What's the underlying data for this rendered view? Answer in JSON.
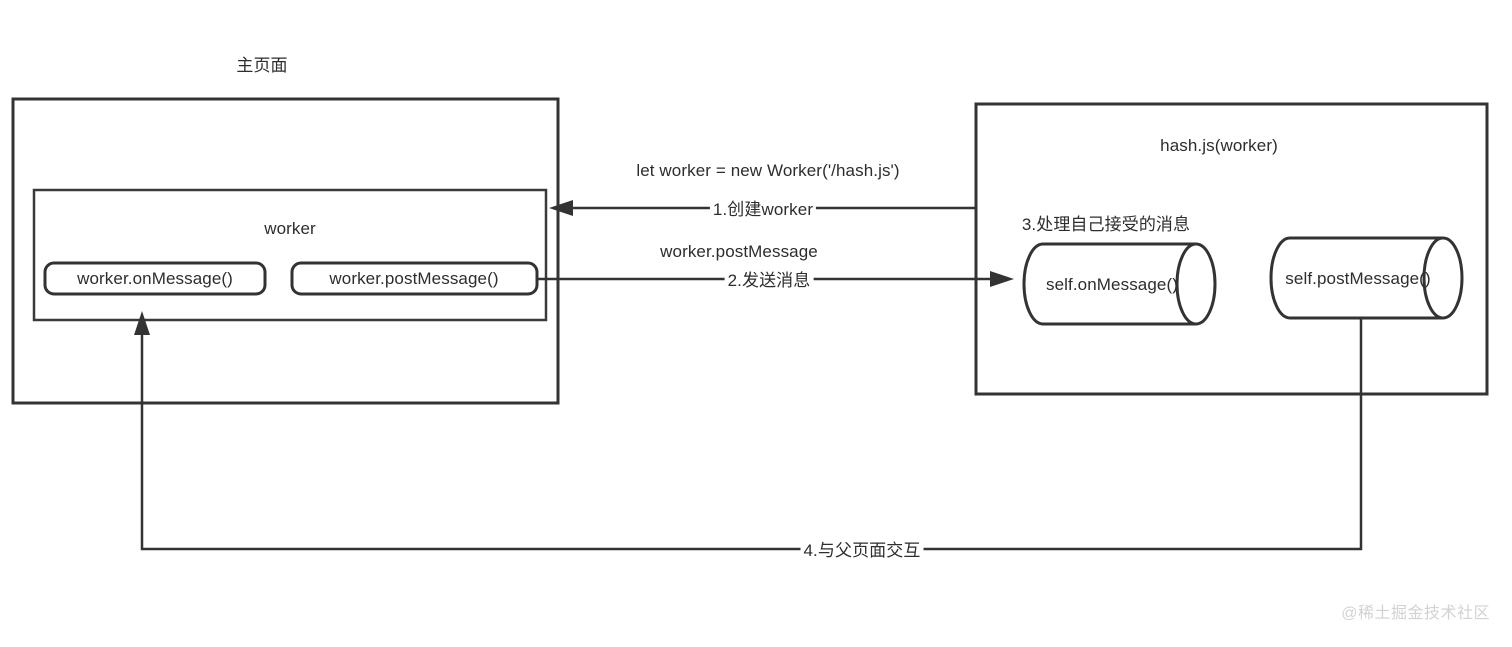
{
  "diagram": {
    "title_main_page": "主页面",
    "watermark": "@稀土掘金技术社区",
    "main_page_box": {
      "inner_group_label": "worker",
      "node_on_message": "worker.onMessage()",
      "node_post_message": "worker.postMessage()"
    },
    "worker_file_box": {
      "title": "hash.js(worker)",
      "note": "3.处理自己接受的消息",
      "node_self_on_message": "self.onMessage()",
      "node_self_post_message": "self.postMessage()"
    },
    "edges": [
      {
        "id": "edge-1",
        "code_label": "let worker = new Worker('/hash.js')",
        "step_label": "1.创建worker",
        "direction": "right-to-left"
      },
      {
        "id": "edge-2",
        "code_label": "worker.postMessage",
        "step_label": "2.发送消息",
        "direction": "left-to-right"
      },
      {
        "id": "edge-4",
        "code_label": "",
        "step_label": "4.与父页面交互",
        "direction": "right-to-left"
      }
    ],
    "colors": {
      "stroke": "#333333",
      "background": "#ffffff",
      "text": "#2d2d2d",
      "watermark": "#d2d2d2"
    }
  }
}
